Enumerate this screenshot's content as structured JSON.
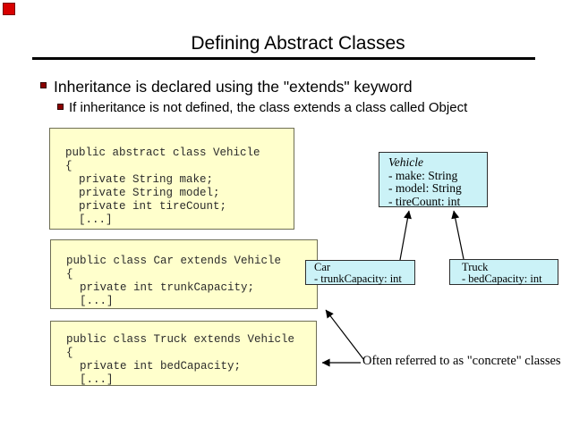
{
  "slide_title": "Defining Abstract Classes",
  "bullets": {
    "level1": "Inheritance is declared using the \"extends\" keyword",
    "level2": "If inheritance is not defined, the class extends a class called Object"
  },
  "code_boxes": {
    "vehicle": {
      "lines": [
        "public abstract class Vehicle",
        "{",
        "  private String make;",
        "  private String model;",
        "  private int tireCount;",
        "  [...]"
      ]
    },
    "car": {
      "lines": [
        "public class Car extends Vehicle",
        "{",
        "  private int trunkCapacity;",
        "  [...]"
      ]
    },
    "truck": {
      "lines": [
        "public class Truck extends Vehicle",
        "{",
        "  private int bedCapacity;",
        "  [...]"
      ]
    }
  },
  "uml": {
    "vehicle": {
      "name": "Vehicle",
      "attrs": [
        "- make: String",
        "- model: String",
        "- tireCount: int"
      ]
    },
    "car": {
      "name": "Car",
      "attrs": [
        "- trunkCapacity: int"
      ]
    },
    "truck": {
      "name": "Truck",
      "attrs": [
        "- bedCapacity: int"
      ]
    }
  },
  "annotation": "Often referred to as \"concrete\" classes",
  "colors": {
    "corner_red": "#D80000",
    "bullet_red": "#8B0000",
    "code_box_bg": "#FFFFCC",
    "uml_box_bg": "#CBF2F7",
    "arrow_black": "#000000"
  }
}
